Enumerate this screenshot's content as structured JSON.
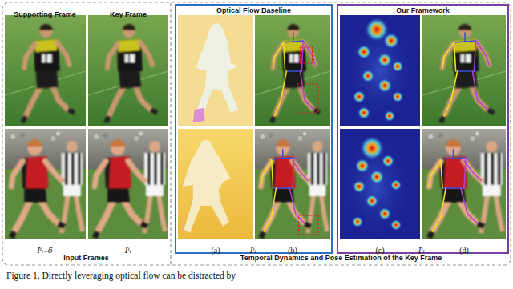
{
  "diagram": {
    "caption": "Figure 1. Directly leveraging optical flow can be distracted by",
    "nodes": [
      {
        "text": [
          "Input Frames"
        ]
      },
      {
        "text": [
          "Temporal Dynamics and Pose Estimation of the Key Frame"
        ]
      },
      {
        "text": [
          "Optical Flow Baseline"
        ],
        "in": 1
      },
      {
        "text": [
          "Our Framework"
        ],
        "in": 1
      }
    ],
    "labels": [
      "Supporting Frame",
      "Key Frame",
      "Iⁱₜ₋δ",
      "Iⁱₜ",
      "(a)",
      "Iⁱₜ",
      "(b)",
      "(c)",
      "Iⁱₜ",
      "(d)"
    ]
  }
}
